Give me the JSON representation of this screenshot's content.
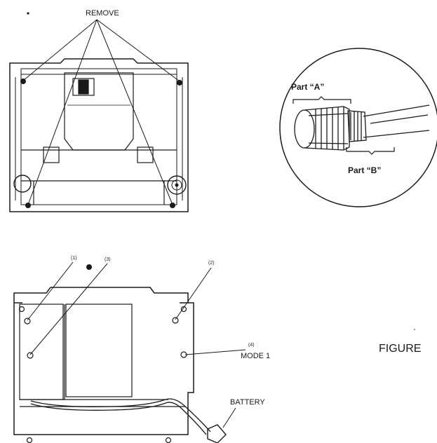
{
  "labels": {
    "remove": "REMOVE",
    "part_a": "Part “A”",
    "part_b": "Part “B”",
    "callout_1": "(1)",
    "callout_2": "(2)",
    "callout_3": "(3)",
    "callout_4": "(4)",
    "mode_1": "MODE 1",
    "battery": "BATTERY",
    "figure": "FIGURE"
  }
}
